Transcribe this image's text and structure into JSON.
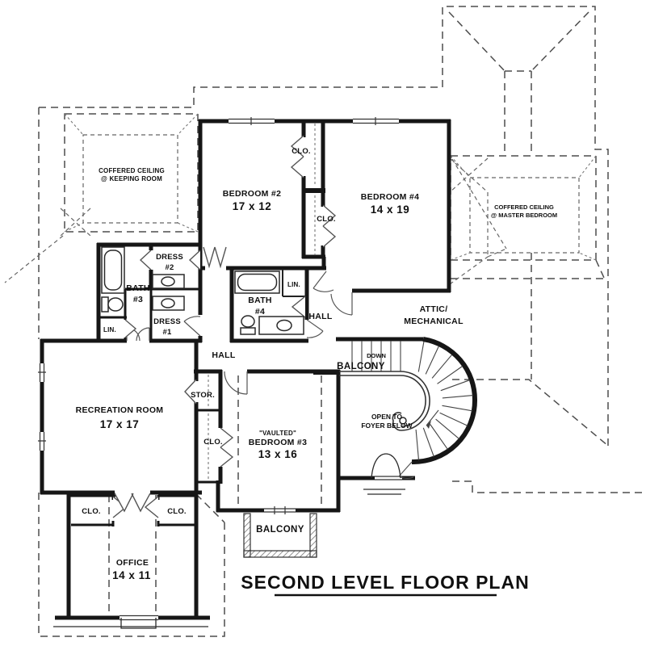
{
  "document": {
    "type": "architectural-floor-plan",
    "title": "SECOND LEVEL FLOOR PLAN"
  },
  "colors": {
    "background": "#ffffff",
    "walls": "#161616",
    "roof_dashes": "#4d4d4d",
    "text": "#101010"
  },
  "labels": {
    "keeping_line1": "COFFERED CEILING",
    "keeping_line2": "@ KEEPING ROOM",
    "master_line1": "COFFERED CEILING",
    "master_line2": "@ MASTER BEDROOM",
    "bedroom2_name": "BEDROOM #2",
    "bedroom2_dims": "17 x 12",
    "bedroom4_name": "BEDROOM #4",
    "bedroom4_dims": "14 x 19",
    "bedroom3_prefix": "\"VAULTED\"",
    "bedroom3_name": "BEDROOM #3",
    "bedroom3_dims": "13 x 16",
    "recreation_name": "RECREATION ROOM",
    "recreation_dims": "17 x 17",
    "office_name": "OFFICE",
    "office_dims": "14 x 11",
    "bath": "BATH",
    "bath3_num": "#3",
    "bath4_num": "#4",
    "dress": "DRESS",
    "dress1_num": "#1",
    "dress2_num": "#2",
    "attic_line1": "ATTIC/",
    "attic_line2": "MECHANICAL",
    "foyer_line1": "OPEN TO",
    "foyer_line2": "FOYER BELOW",
    "hall": "HALL",
    "stor": "STOR.",
    "clo": "CLO.",
    "lin": "LIN.",
    "balcony": "BALCONY",
    "down": "DOWN"
  }
}
